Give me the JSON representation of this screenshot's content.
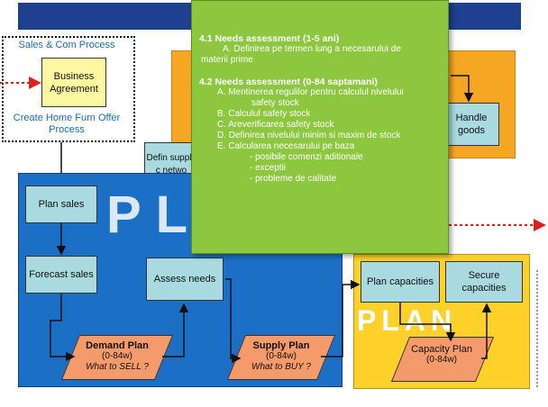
{
  "header": {
    "title": "P"
  },
  "sales": {
    "title": "Sales & Com Process",
    "sticky": "Business Agreement",
    "subtitle": "Create Home Furn Offer Process"
  },
  "orange": {
    "handle_goods": "Handle goods",
    "define_partial": "Defin supply c netwo"
  },
  "plan": {
    "watermark": "PLA",
    "plan_sales": "Plan sales",
    "forecast_sales": "Forecast sales",
    "assess_needs": "Assess needs",
    "demand_plan": {
      "title": "Demand Plan",
      "range": "(0-84w)",
      "question": "What to SELL ?"
    },
    "supply_plan": {
      "title": "Supply Plan",
      "range": "(0-84w)",
      "question": "What to BUY ?"
    }
  },
  "yellow": {
    "watermark": "PLAN",
    "plan_capacities": "Plan capacities",
    "secure_capacities": "Secure capacities",
    "capacity_plan": {
      "title": "Capacity Plan",
      "range": "(0-84w)"
    }
  },
  "callout": {
    "s1_heading": "4.1  Needs assessment (1-5 ani)",
    "s1_line1": "A. Definirea pe termen lung a necesarului de",
    "s1_line2": "materii prime",
    "s2_heading": "4.2  Needs assessment (0-84 saptamani)",
    "a1": "A. Mentinerea regulilor pentru calculul nivelului",
    "a2": "safety stock",
    "b": "B. Calculul safety stock",
    "c": "C. Areverificarea safety stock",
    "d": "D. Definirea nivelului minim si maxim de stock",
    "e": "E. Calcularea necesarului pe baza",
    "e1": "- posibile comenzi aditionale",
    "e2": "- exceptii",
    "e3": "- probleme de calitate"
  },
  "colors": {
    "title_bar": "#1f3f8f",
    "plan_blue": "#1b6fc4",
    "orange": "#f5a623",
    "yellow": "#fdd02a",
    "callout_green": "#8dc63f",
    "teal": "#a8dae0",
    "parallelogram": "#f49a6b",
    "arrow_red": "#e0201b"
  }
}
